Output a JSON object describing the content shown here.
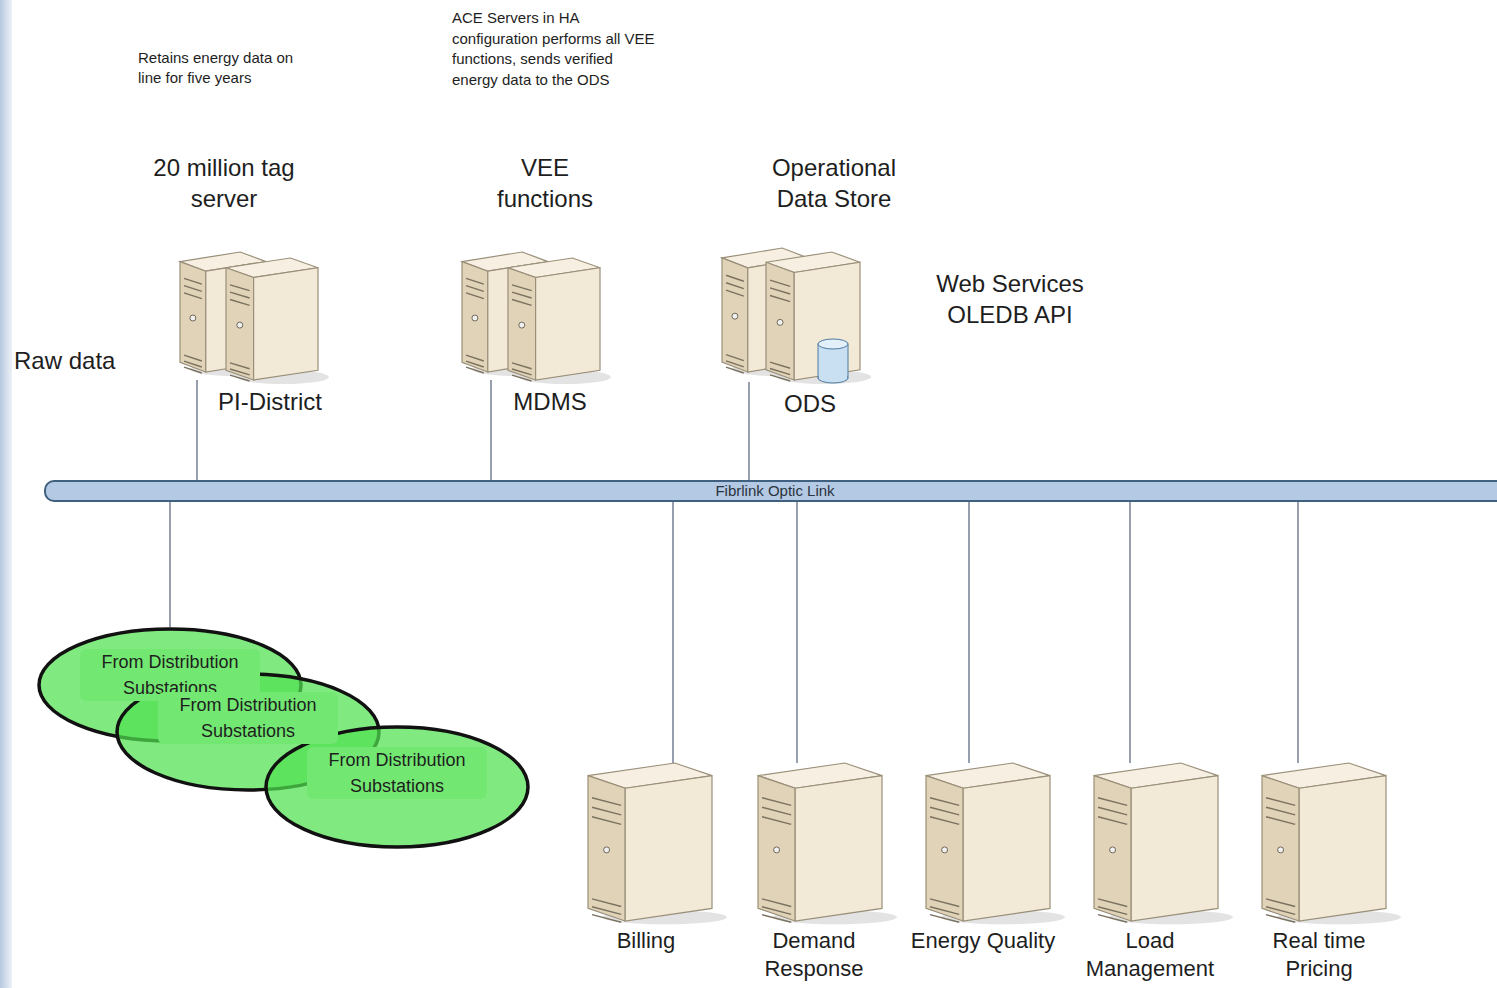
{
  "diagram": {
    "nodes": [
      {
        "text": [
          "20 million tag server",
          "PI-District"
        ]
      },
      {
        "text": [
          "VEE functions",
          "MDMS"
        ]
      },
      {
        "text": [
          "Operational Data Store",
          "ODS"
        ]
      },
      {
        "text": [
          "Fibrlink Optic Link"
        ]
      },
      {
        "text": [
          "From Distribution Substations"
        ]
      },
      {
        "text": [
          "From Distribution Substations"
        ]
      },
      {
        "text": [
          "From Distribution Substations"
        ]
      },
      {
        "text": [
          "Billing"
        ]
      },
      {
        "text": [
          "Demand Response"
        ]
      },
      {
        "text": [
          "Energy Quality"
        ]
      },
      {
        "text": [
          "Load Management"
        ]
      },
      {
        "text": [
          "Real time Pricing"
        ]
      }
    ],
    "edges": [
      {
        "from": 0,
        "to": 3,
        "arrow": "none"
      },
      {
        "from": 1,
        "to": 3,
        "arrow": "none"
      },
      {
        "from": 2,
        "to": 3,
        "arrow": "none"
      },
      {
        "from": 4,
        "to": 3,
        "arrow": "none"
      },
      {
        "from": 3,
        "to": 7,
        "arrow": "none"
      },
      {
        "from": 3,
        "to": 8,
        "arrow": "none"
      },
      {
        "from": 3,
        "to": 9,
        "arrow": "none"
      },
      {
        "from": 3,
        "to": 10,
        "arrow": "none"
      },
      {
        "from": 3,
        "to": 11,
        "arrow": "none"
      }
    ],
    "labels": [
      "Retains energy data on line for five years",
      "ACE Servers in HA configuration performs all VEE functions, sends verified energy data to the ODS",
      "Raw data",
      "Web Services OLEDB API"
    ]
  }
}
